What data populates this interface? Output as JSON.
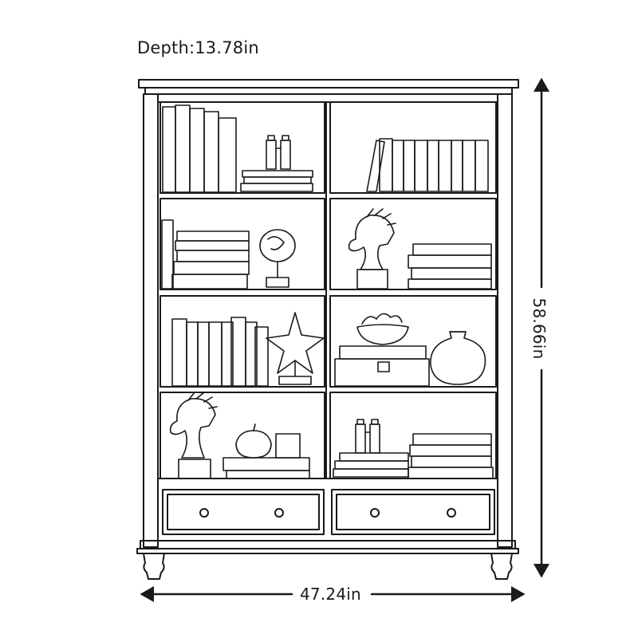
{
  "dimensions": {
    "depth": "Depth:13.78in",
    "width": "47.24in",
    "height": "58.66in"
  },
  "colors": {
    "line": "#1a1a1a",
    "background": "#ffffff"
  },
  "shelves": {
    "rows": 4,
    "columns": 2,
    "drawers": 2
  }
}
